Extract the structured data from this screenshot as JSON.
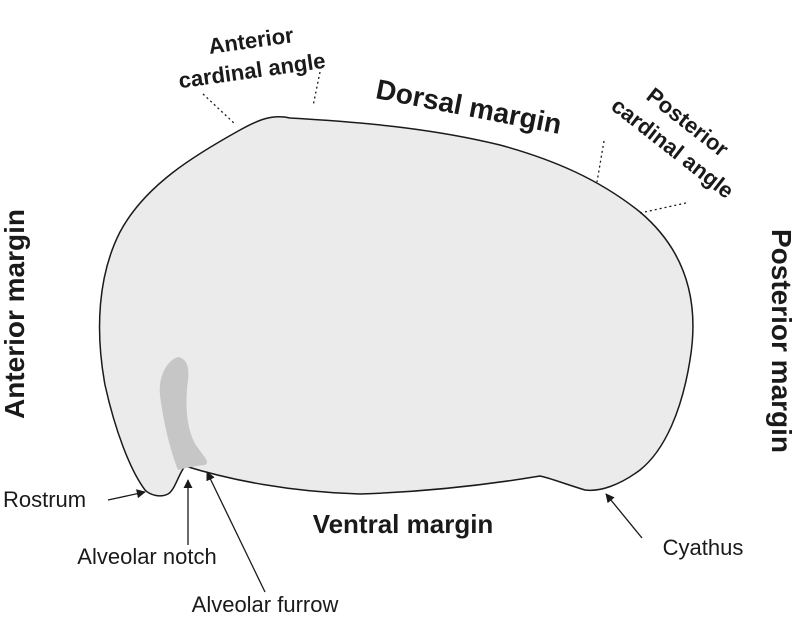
{
  "diagram": {
    "colors": {
      "outline": "#1a1a1a",
      "shell_fill": "#ebebeb",
      "furrow_fill": "#c6c6c6",
      "text": "#1a1a1a",
      "background": "#ffffff"
    },
    "labels": {
      "anterior_cardinal_angle_line1": "Anterior",
      "anterior_cardinal_angle_line2": "cardinal angle",
      "dorsal_margin": "Dorsal margin",
      "posterior_cardinal_angle_line1": "Posterior",
      "posterior_cardinal_angle_line2": "cardinal angle",
      "anterior_margin": "Anterior margin",
      "posterior_margin": "Posterior margin",
      "ventral_margin": "Ventral margin",
      "rostrum": "Rostrum",
      "alveolar_notch": "Alveolar notch",
      "alveolar_furrow": "Alveolar furrow",
      "cyathus": "Cyathus"
    }
  }
}
